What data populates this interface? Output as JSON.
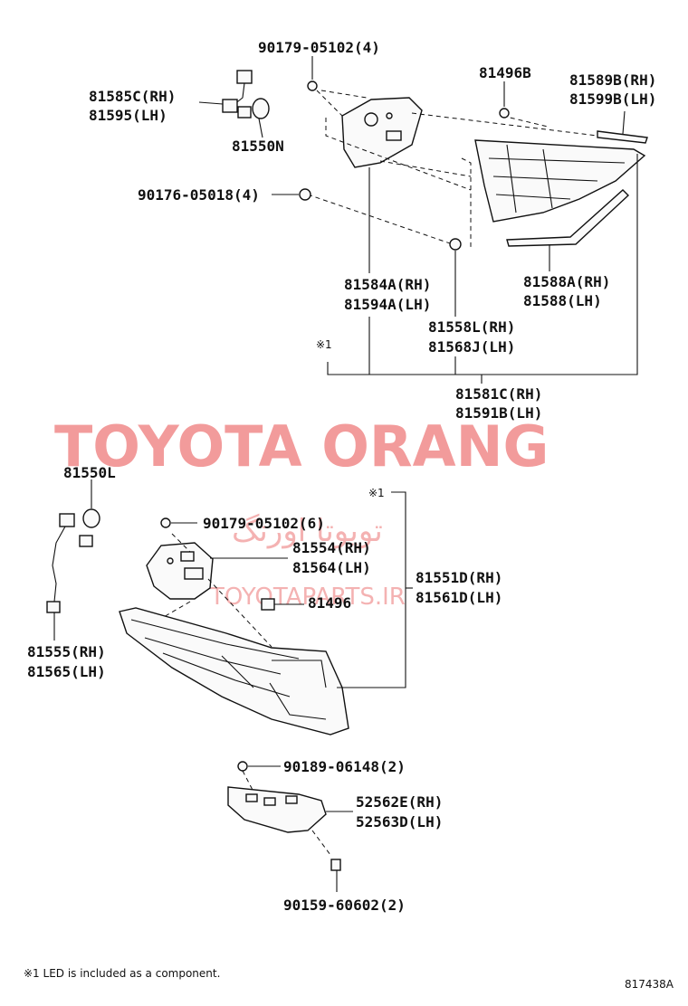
{
  "watermark": {
    "main": "TOYOTA ORANG",
    "arabic": "تویوتا اورنگ",
    "site": "TOYOTAPARTS.IR",
    "color": "#f08a8a"
  },
  "labels": {
    "p_90179_top": "90179-05102(4)",
    "p_81585": "81585C(RH)",
    "p_81595": "81595(LH)",
    "p_81550n": "81550N",
    "p_81496b": "81496B",
    "p_81589": "81589B(RH)",
    "p_81599": "81599B(LH)",
    "p_90176": "90176-05018(4)",
    "p_81584": "81584A(RH)",
    "p_81594": "81594A(LH)",
    "p_81588a": "81588A(RH)",
    "p_81588": "81588(LH)",
    "p_81558": "81558L(RH)",
    "p_81568": "81568J(LH)",
    "note_mark_top": "※1",
    "p_81581": "81581C(RH)",
    "p_81591": "81591B(LH)",
    "p_81550l": "81550L",
    "note_mark_mid": "※1",
    "p_90179_mid": "90179-05102(6)",
    "p_81554": "81554(RH)",
    "p_81564": "81564(LH)",
    "p_81551": "81551D(RH)",
    "p_81561": "81561D(LH)",
    "p_81496": "81496",
    "p_81555": "81555(RH)",
    "p_81565": "81565(LH)",
    "p_90189": "90189-06148(2)",
    "p_52562": "52562E(RH)",
    "p_52563": "52563D(LH)",
    "p_90159": "90159-60602(2)"
  },
  "footnote": "※1 LED is included as a component.",
  "diagram_id": "817438A"
}
